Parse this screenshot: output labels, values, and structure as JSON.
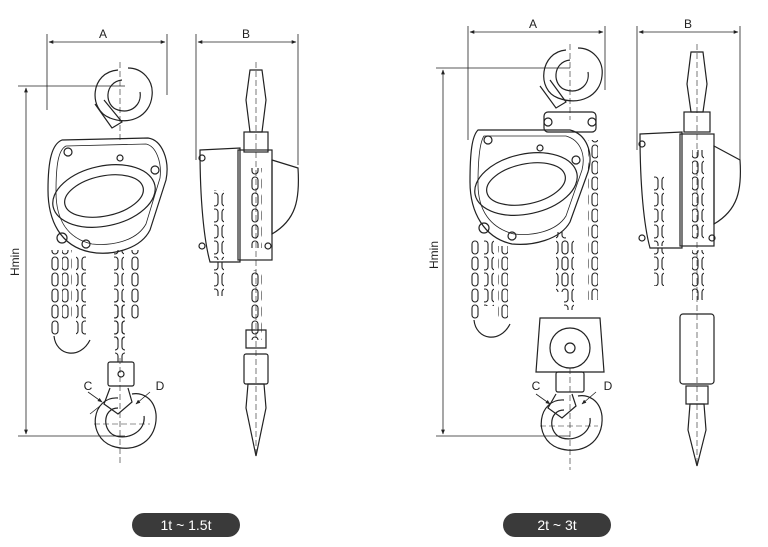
{
  "left_drawing": {
    "label_a": "A",
    "label_b": "B",
    "label_hmin": "Hmin",
    "label_c": "C",
    "label_d": "D",
    "capacity": "1t ~ 1.5t"
  },
  "right_drawing": {
    "label_a": "A",
    "label_b": "B",
    "label_hmin": "Hmin",
    "label_c": "C",
    "label_d": "D",
    "capacity": "2t ~ 3t"
  },
  "colors": {
    "line": "#222222",
    "pill": "#3a3a3a",
    "pill_text": "#ffffff"
  }
}
